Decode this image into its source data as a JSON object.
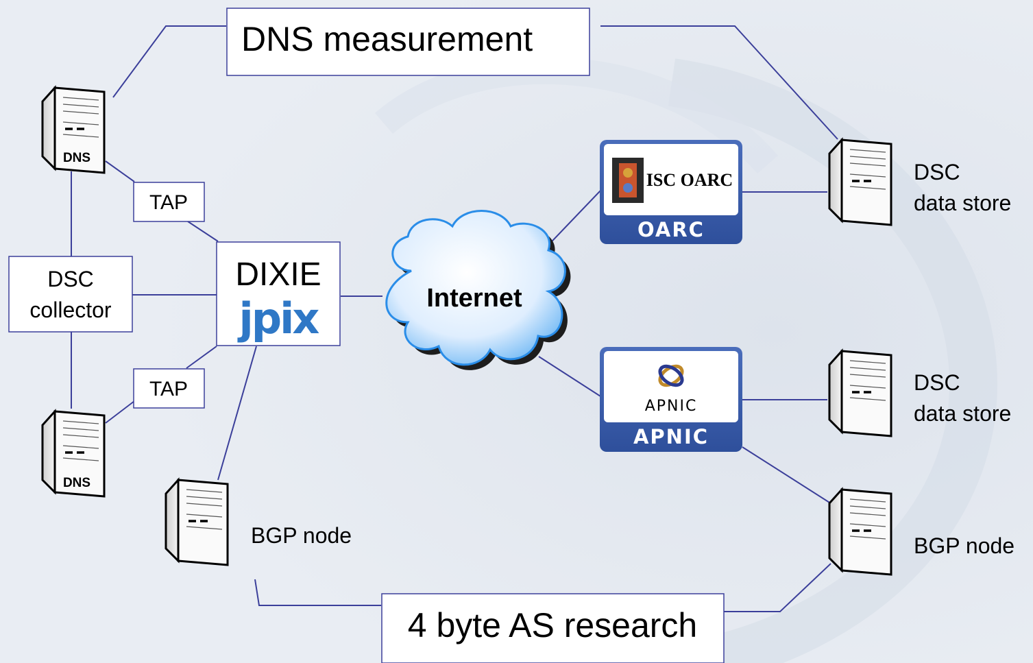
{
  "nodes": {
    "dns_measurement": "DNS measurement",
    "as_research": "4 byte AS research",
    "tap_top": "TAP",
    "tap_bottom": "TAP",
    "dsc_collector_line1": "DSC",
    "dsc_collector_line2": "collector",
    "dixie": "DIXIE",
    "jpix_logo": "jpix",
    "internet": "Internet",
    "oarc_logo_text": "ISC OARC",
    "oarc_banner": "OARC",
    "apnic_logo_text": "APNIC",
    "apnic_banner": "APNIC",
    "dns_server_top": "DNS",
    "dns_server_bottom": "DNS",
    "bgp_node_left": "BGP node",
    "bgp_node_right": "BGP node",
    "dsc_store_top_line1": "DSC",
    "dsc_store_top_line2": "data store",
    "dsc_store_bottom_line1": "DSC",
    "dsc_store_bottom_line2": "data store"
  },
  "colors": {
    "connector": "#3b3f9a",
    "banner": "#3457a6",
    "jpix_blue": "#2f78c6",
    "background": "#e9edf3"
  },
  "icons": {
    "server": "server-tower-icon",
    "cloud": "cloud-icon"
  }
}
